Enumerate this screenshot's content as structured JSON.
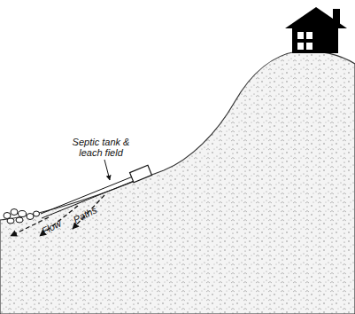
{
  "diagram": {
    "labels": [
      "Septic tank & leach field",
      "Flow",
      "Paths"
    ]
  }
}
